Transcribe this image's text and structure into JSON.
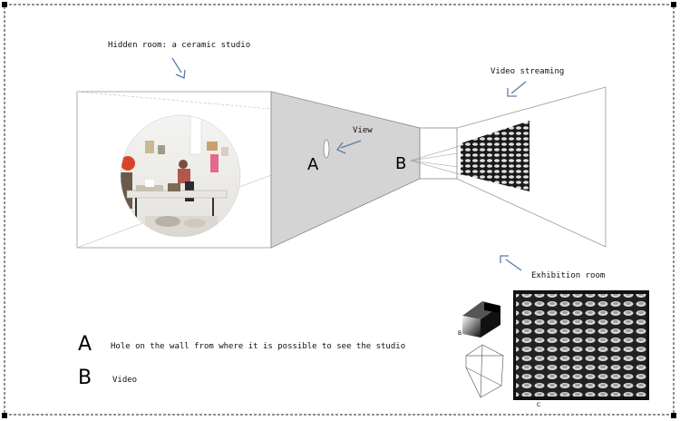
{
  "labels": {
    "hidden_room": "Hidden room: a ceramic studio",
    "video_streaming": "Video streaming",
    "view": "View",
    "exhibition_room": "Exhibition room",
    "marker_a": "A",
    "marker_b": "B",
    "marker_c": "C",
    "marker_b_small": "B"
  },
  "legend": [
    {
      "key": "A",
      "text": "Hole on the wall from where it is possible to see the studio"
    },
    {
      "key": "B",
      "text": "Video"
    }
  ],
  "colors": {
    "corridor_fill": "#d4d4d4",
    "line": "#888888",
    "arrow": "#5a7ca8",
    "dark": "#111111"
  }
}
